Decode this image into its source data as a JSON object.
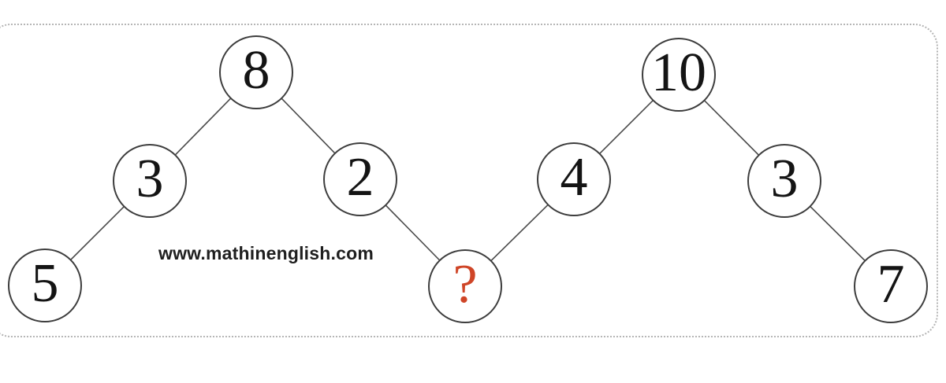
{
  "puzzle": {
    "description_type": "number-circle-chain",
    "nodes": [
      {
        "value": "5",
        "row": "bottom",
        "is_unknown": false
      },
      {
        "value": "3",
        "row": "middle",
        "is_unknown": false
      },
      {
        "value": "8",
        "row": "top",
        "is_unknown": false
      },
      {
        "value": "2",
        "row": "middle",
        "is_unknown": false
      },
      {
        "value": "?",
        "row": "bottom",
        "is_unknown": true
      },
      {
        "value": "4",
        "row": "middle",
        "is_unknown": false
      },
      {
        "value": "10",
        "row": "top",
        "is_unknown": false
      },
      {
        "value": "3",
        "row": "middle",
        "is_unknown": false
      },
      {
        "value": "7",
        "row": "bottom",
        "is_unknown": false
      }
    ],
    "edges": [
      [
        0,
        1
      ],
      [
        1,
        2
      ],
      [
        2,
        3
      ],
      [
        3,
        4
      ],
      [
        4,
        5
      ],
      [
        5,
        6
      ],
      [
        6,
        7
      ],
      [
        7,
        8
      ]
    ],
    "colors": {
      "circle_stroke": "#3d3d3d",
      "number": "#141414",
      "unknown_number": "#cf4527",
      "connector_line": "#4a4a4a",
      "dotted_border": "#b5b5b5",
      "background": "#ffffff"
    }
  },
  "watermark": {
    "text": "www.mathinenglish.com"
  }
}
